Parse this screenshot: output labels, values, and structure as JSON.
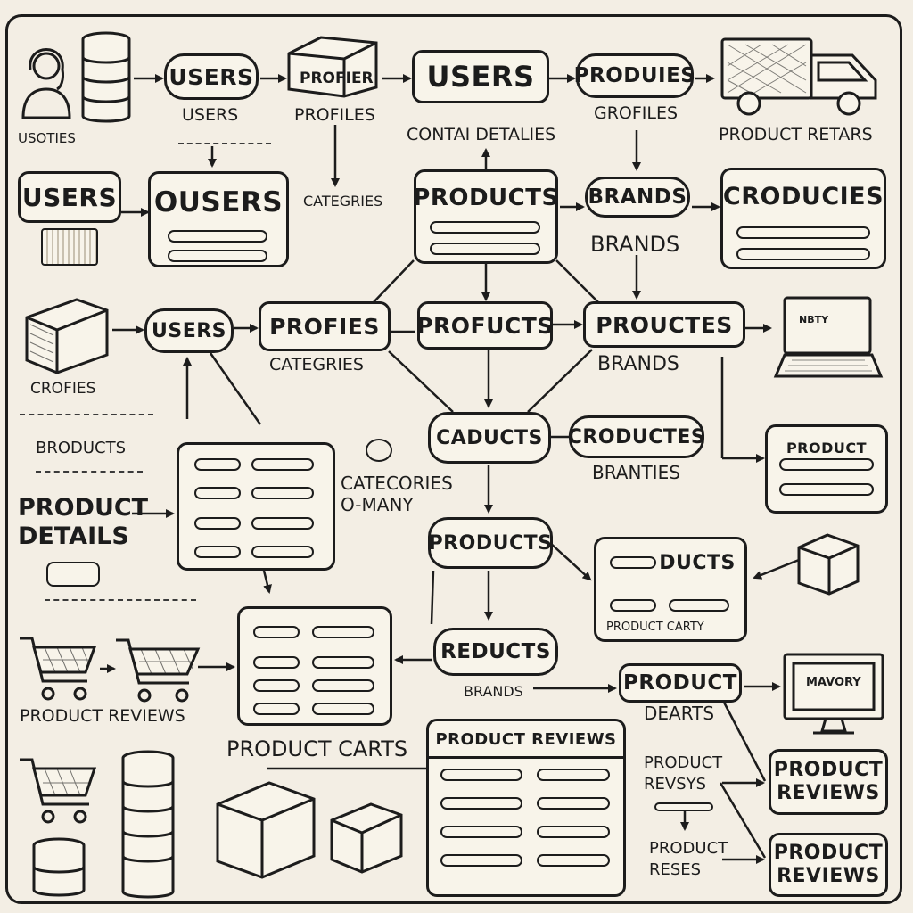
{
  "diagram": {
    "nodes": {
      "users_top": "USERS",
      "profiles_box_top": "PROFIER",
      "users_center_top": "USERS",
      "produies_top": "PRODUIES",
      "users_left": "USERS",
      "ousers_box": "OUSERS",
      "products_box": "PRODUCTS",
      "brands_box": "BRANDS",
      "croducies_box": "CRODUCIES",
      "users_mid": "USERS",
      "profies_mid": "PROFIES",
      "profucts_mid": "PROFUCTS",
      "producets_mid": "PROUCTES",
      "caducts_mid": "CADUCTS",
      "croducties_mid": "CRODUCTES",
      "products_lower": "PRODUCTS",
      "ducts_box": "DUCTS",
      "reducts_lower": "REDUCTS",
      "product_darts": "PRODUCT",
      "product_reviews_box": "PRODUCT REVIEWS",
      "product_reviews_r1": "PRODUCT REVIEWS",
      "product_reviews_r2": "PRODUCT REVIEWS",
      "product_detail_box": "PRODUCT"
    },
    "labels": {
      "users_caption": "USERS",
      "profiles_caption": "PROFILES",
      "contai_detailes": "CONTAI DETALIES",
      "grofiles": "GROFILES",
      "product_retars": "PRODUCT RETARS",
      "users_icon_caption": "USOTIES",
      "brands_caption": "BRANDS",
      "categories_1": "CATEGRIES",
      "brands_2": "BRANDS",
      "crofies": "CROFIES",
      "products_caption": "BRODUCTS",
      "product_details": "PRODUCT DETAILS",
      "categories_many": "CATECORIES O-MANY",
      "branties": "BRANTIES",
      "product_carty": "PRODUCT CARTY",
      "product_reviews_left": "PRODUCT REVIEWS",
      "product_carts": "PRODUCT CARTS",
      "brands_small": "BRANDS",
      "dearts": "DEARTS",
      "product_revsys": "PRODUCT REVSYS",
      "product_reses": "PRODUCT RESES",
      "laptop_screen": "NBTY",
      "monitor_screen": "MAVORY"
    }
  }
}
